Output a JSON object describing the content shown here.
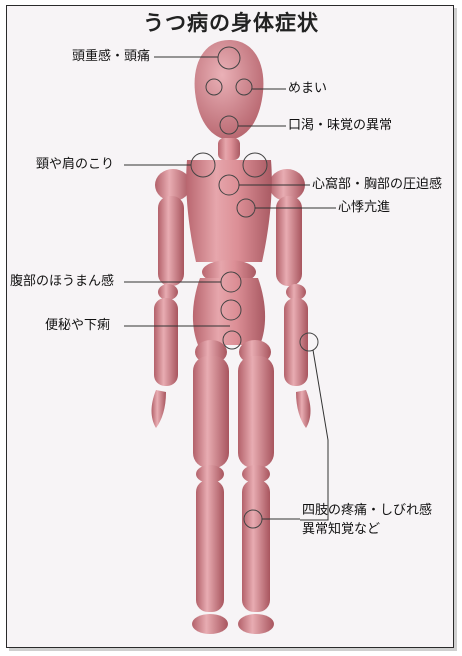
{
  "title": "うつ病の身体症状",
  "labels": {
    "headache": "頭重感・頭痛",
    "dizziness": "めまい",
    "dry_mouth": "口渇・味覚の異常",
    "stiff_shoulders": "頸や肩のこり",
    "chest_pressure": "心窩部・胸部の圧迫感",
    "palpitations": "心悸亢進",
    "bloating": "腹部のほうまん感",
    "constipation": "便秘や下痢",
    "limb_pain_line1": "四肢の疼痛・しびれ感",
    "limb_pain_line2": "異常知覚など"
  },
  "colors": {
    "body": "#dc8f96",
    "body_shadow": "#b86a72",
    "paper": "#f7f4f6"
  }
}
